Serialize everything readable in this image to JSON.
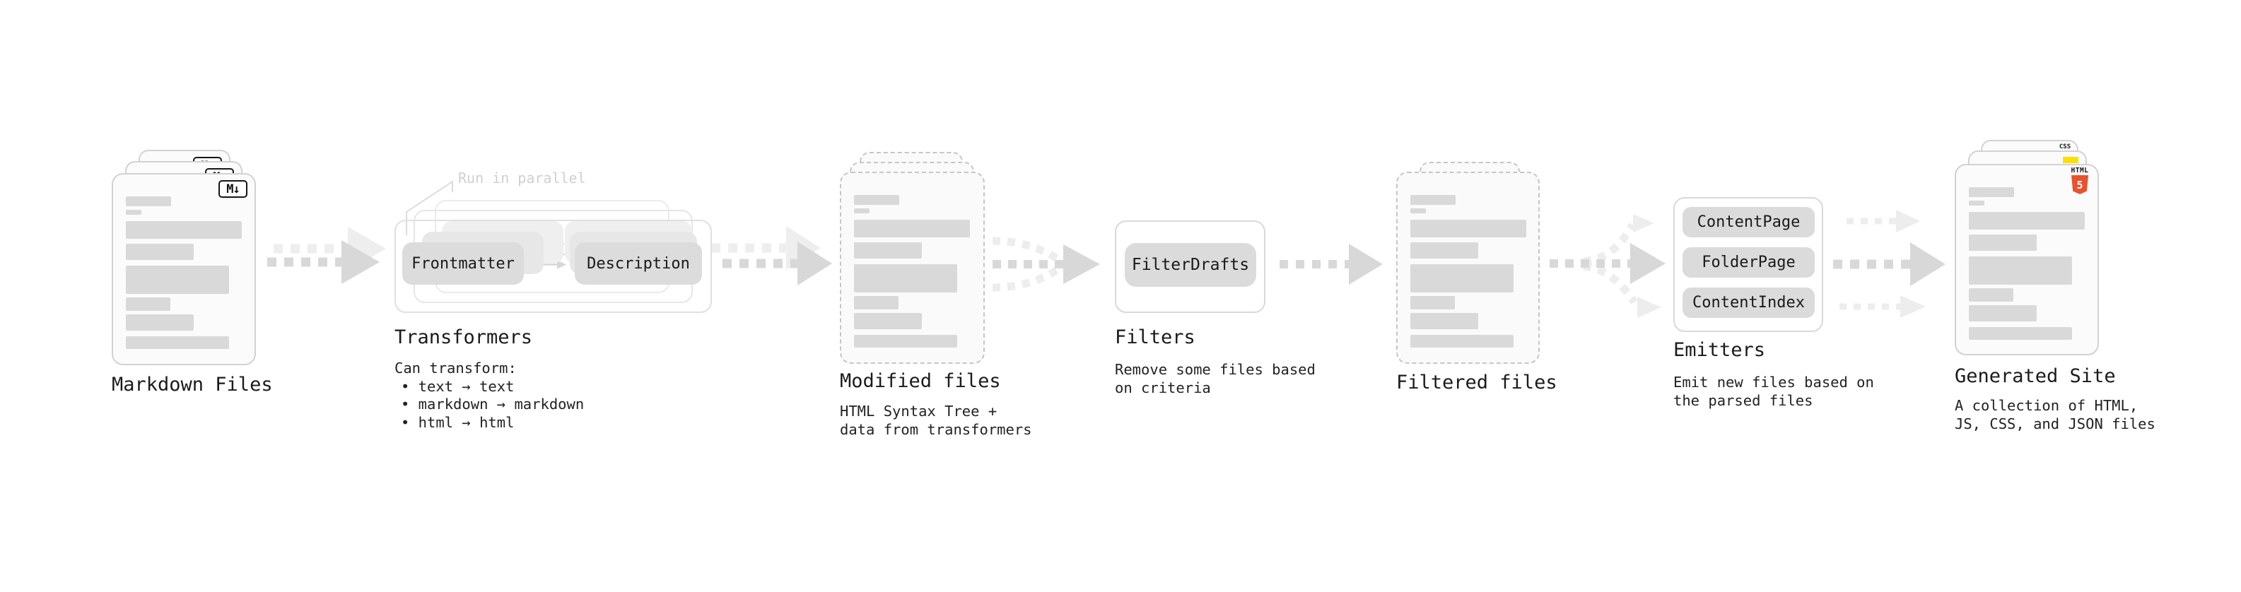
{
  "stages": {
    "markdown_files": {
      "label": "Markdown Files",
      "file_logo": "M↓"
    },
    "transformers": {
      "annotation": "Run in parallel",
      "transformer_left": "Frontmatter",
      "transformer_right": "Description",
      "label": "Transformers",
      "description_title": "Can transform:",
      "capabilities": [
        "• text → text",
        "• markdown → markdown",
        "• html → html"
      ]
    },
    "modified_files": {
      "label": "Modified files",
      "description_lines": [
        "HTML Syntax Tree +",
        "data from transformers"
      ]
    },
    "filters": {
      "filter_name": "FilterDrafts",
      "label": "Filters",
      "description_lines": [
        "Remove some files based",
        "on criteria"
      ]
    },
    "filtered_files": {
      "label": "Filtered files"
    },
    "emitters": {
      "emitter_names": [
        "ContentPage",
        "FolderPage",
        "ContentIndex"
      ],
      "label": "Emitters",
      "description_lines": [
        "Emit new files based on",
        "the parsed files"
      ]
    },
    "generated_site": {
      "label": "Generated Site",
      "description_lines": [
        "A collection of HTML,",
        "JS, CSS, and JSON files"
      ],
      "css_badge": "CSS",
      "html_badge_title": "HTML",
      "html_badge_number": "5"
    }
  },
  "colors": {
    "skeleton_bar": "#d9d9d9",
    "arrow_front": "#d8d8d8",
    "arrow_back": "#ededed",
    "html5_orange": "#e8522c",
    "js_yellow": "#ffdf00",
    "css_blue": "#2965f1",
    "annotation_gray": "#d0d0d0"
  }
}
